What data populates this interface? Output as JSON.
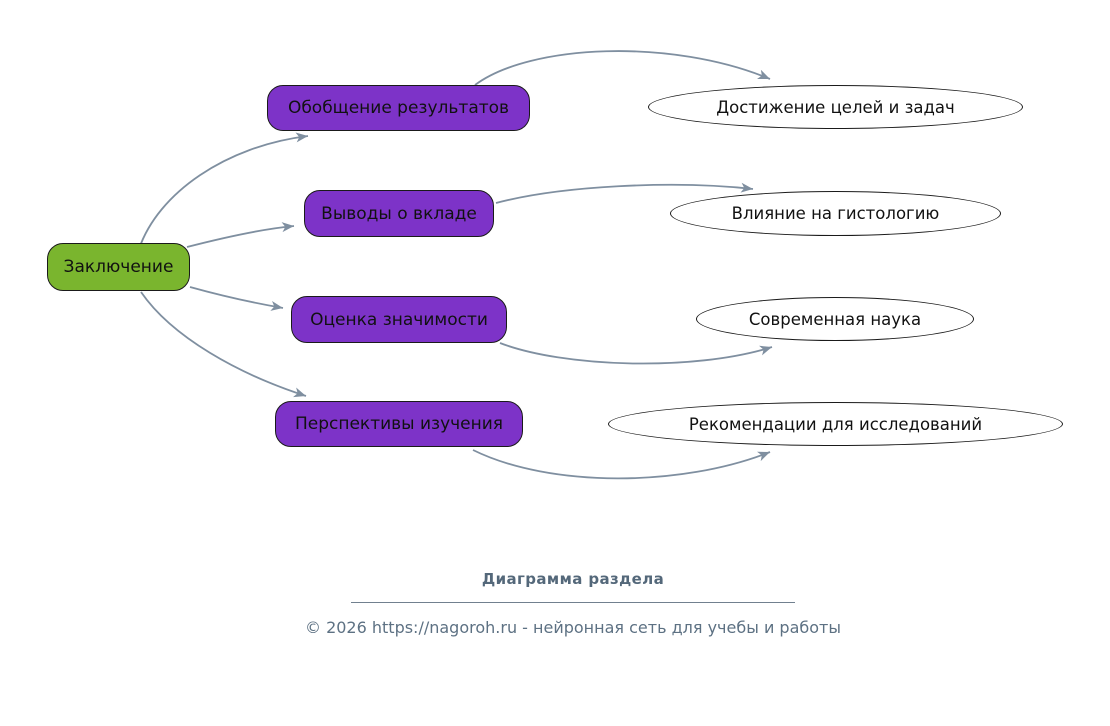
{
  "diagram": {
    "root": {
      "label": "Заключение"
    },
    "branches": [
      {
        "label": "Обобщение результатов"
      },
      {
        "label": "Выводы о вкладе"
      },
      {
        "label": "Оценка значимости"
      },
      {
        "label": "Перспективы изучения"
      }
    ],
    "leaves": [
      {
        "label": "Достижение целей и задач"
      },
      {
        "label": "Влияние на гистологию"
      },
      {
        "label": "Современная наука"
      },
      {
        "label": "Рекомендации для исследований"
      }
    ]
  },
  "footer": {
    "title": "Диаграмма раздела",
    "copyright": "© 2026 https://nagoroh.ru - нейронная сеть для учебы и работы"
  },
  "colors": {
    "root_fill": "#7ab52e",
    "branch_fill": "#7d33c8",
    "node_border": "#1a1a1a",
    "edge": "#7f8fa0",
    "footer_title": "#54687a",
    "footer_copy": "#5d7183",
    "background": "#ffffff"
  }
}
